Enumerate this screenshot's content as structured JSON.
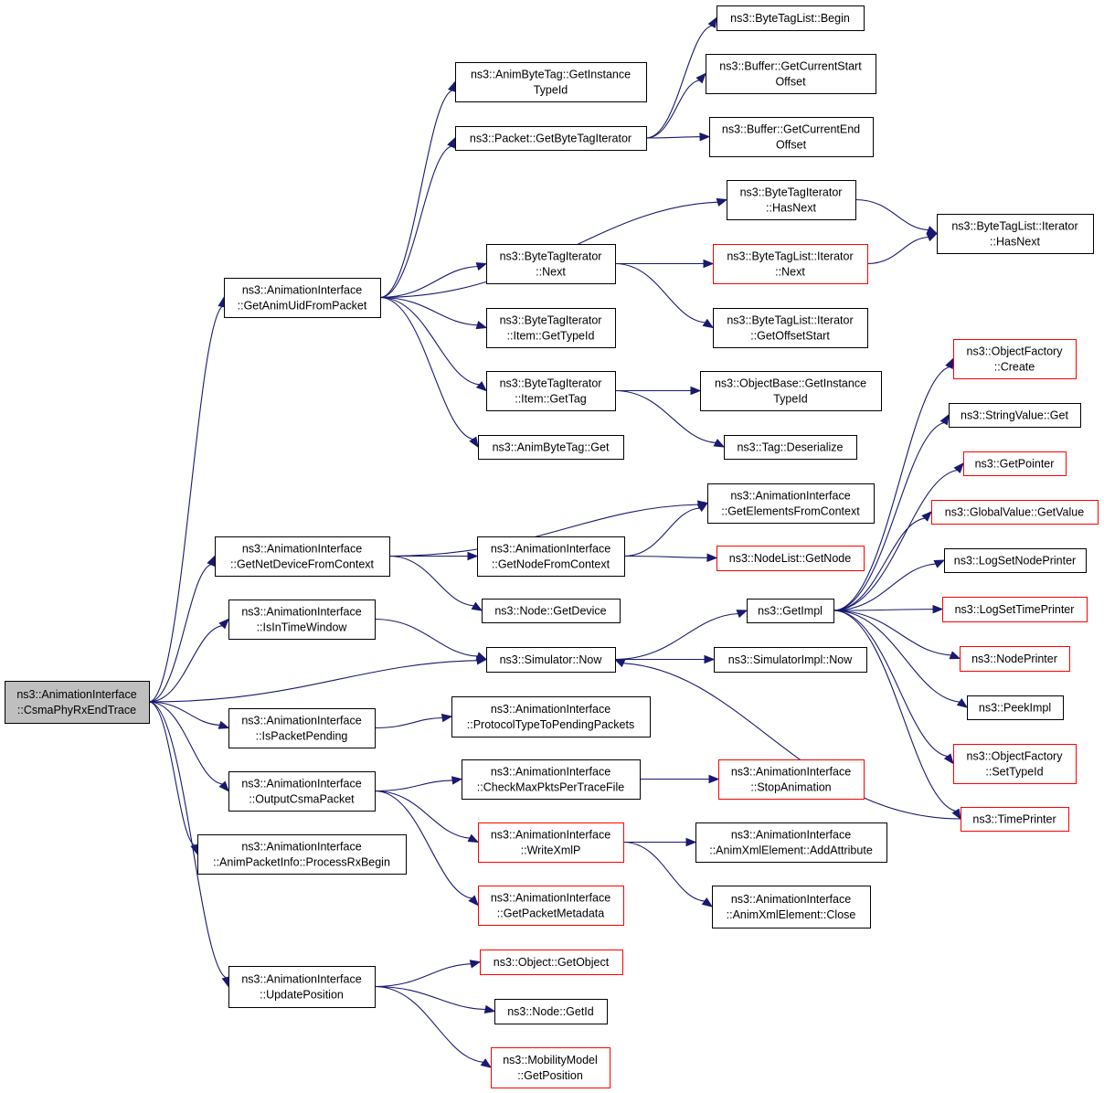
{
  "colors": {
    "edge": "#191970",
    "border_normal": "#000000",
    "border_truncated": "#ff0000",
    "root_fill": "#bfbfbf",
    "node_fill": "#ffffff"
  },
  "nodes": [
    {
      "id": "root",
      "lines": [
        "ns3::AnimationInterface",
        "::CsmaPhyRxEndTrace"
      ],
      "style": "root"
    },
    {
      "id": "getAnimUid",
      "lines": [
        "ns3::AnimationInterface",
        "::GetAnimUidFromPacket"
      ],
      "style": "normal"
    },
    {
      "id": "animByteTagGetInstanceTypeId",
      "lines": [
        "ns3::AnimByteTag::GetInstance",
        "TypeId"
      ],
      "style": "normal"
    },
    {
      "id": "packetGetByteTagIterator",
      "lines": [
        "ns3::Packet::GetByteTagIterator"
      ],
      "style": "normal"
    },
    {
      "id": "byteTagListBegin",
      "lines": [
        "ns3::ByteTagList::Begin"
      ],
      "style": "normal"
    },
    {
      "id": "bufferGetCurrentStartOffset",
      "lines": [
        "ns3::Buffer::GetCurrentStart",
        "Offset"
      ],
      "style": "normal"
    },
    {
      "id": "bufferGetCurrentEndOffset",
      "lines": [
        "ns3::Buffer::GetCurrentEnd",
        "Offset"
      ],
      "style": "normal"
    },
    {
      "id": "byteTagIteratorHasNext",
      "lines": [
        "ns3::ByteTagIterator",
        "::HasNext"
      ],
      "style": "normal"
    },
    {
      "id": "byteTagListIteratorHasNext",
      "lines": [
        "ns3::ByteTagList::Iterator",
        "::HasNext"
      ],
      "style": "normal"
    },
    {
      "id": "byteTagIteratorNext",
      "lines": [
        "ns3::ByteTagIterator",
        "::Next"
      ],
      "style": "normal"
    },
    {
      "id": "byteTagListIteratorNext",
      "lines": [
        "ns3::ByteTagList::Iterator",
        "::Next"
      ],
      "style": "truncated"
    },
    {
      "id": "byteTagListIteratorGetOffsetStart",
      "lines": [
        "ns3::ByteTagList::Iterator",
        "::GetOffsetStart"
      ],
      "style": "normal"
    },
    {
      "id": "itemGetTypeId",
      "lines": [
        "ns3::ByteTagIterator",
        "::Item::GetTypeId"
      ],
      "style": "normal"
    },
    {
      "id": "itemGetTag",
      "lines": [
        "ns3::ByteTagIterator",
        "::Item::GetTag"
      ],
      "style": "normal"
    },
    {
      "id": "objectBaseGetInstanceTypeId",
      "lines": [
        "ns3::ObjectBase::GetInstance",
        "TypeId"
      ],
      "style": "normal"
    },
    {
      "id": "tagDeserialize",
      "lines": [
        "ns3::Tag::Deserialize"
      ],
      "style": "normal"
    },
    {
      "id": "animByteTagGet",
      "lines": [
        "ns3::AnimByteTag::Get"
      ],
      "style": "normal"
    },
    {
      "id": "objectFactoryCreate",
      "lines": [
        "ns3::ObjectFactory",
        "::Create"
      ],
      "style": "truncated"
    },
    {
      "id": "stringValueGet",
      "lines": [
        "ns3::StringValue::Get"
      ],
      "style": "normal"
    },
    {
      "id": "getPointer",
      "lines": [
        "ns3::GetPointer"
      ],
      "style": "truncated"
    },
    {
      "id": "globalValueGetValue",
      "lines": [
        "ns3::GlobalValue::GetValue"
      ],
      "style": "truncated"
    },
    {
      "id": "getElementsFromContext",
      "lines": [
        "ns3::AnimationInterface",
        "::GetElementsFromContext"
      ],
      "style": "normal"
    },
    {
      "id": "getNetDeviceFromContext",
      "lines": [
        "ns3::AnimationInterface",
        "::GetNetDeviceFromContext"
      ],
      "style": "normal"
    },
    {
      "id": "getNodeFromContext",
      "lines": [
        "ns3::AnimationInterface",
        "::GetNodeFromContext"
      ],
      "style": "normal"
    },
    {
      "id": "nodeListGetNode",
      "lines": [
        "ns3::NodeList::GetNode"
      ],
      "style": "truncated"
    },
    {
      "id": "logSetNodePrinter",
      "lines": [
        "ns3::LogSetNodePrinter"
      ],
      "style": "normal"
    },
    {
      "id": "nodeGetDevice",
      "lines": [
        "ns3::Node::GetDevice"
      ],
      "style": "normal"
    },
    {
      "id": "getImpl",
      "lines": [
        "ns3::GetImpl"
      ],
      "style": "normal"
    },
    {
      "id": "logSetTimePrinter",
      "lines": [
        "ns3::LogSetTimePrinter"
      ],
      "style": "truncated"
    },
    {
      "id": "isInTimeWindow",
      "lines": [
        "ns3::AnimationInterface",
        "::IsInTimeWindow"
      ],
      "style": "normal"
    },
    {
      "id": "simulatorNow",
      "lines": [
        "ns3::Simulator::Now"
      ],
      "style": "normal"
    },
    {
      "id": "simulatorImplNow",
      "lines": [
        "ns3::SimulatorImpl::Now"
      ],
      "style": "normal"
    },
    {
      "id": "nodePrinter",
      "lines": [
        "ns3::NodePrinter"
      ],
      "style": "truncated"
    },
    {
      "id": "peekImpl",
      "lines": [
        "ns3::PeekImpl"
      ],
      "style": "normal"
    },
    {
      "id": "isPacketPending",
      "lines": [
        "ns3::AnimationInterface",
        "::IsPacketPending"
      ],
      "style": "normal"
    },
    {
      "id": "protocolTypeToPendingPackets",
      "lines": [
        "ns3::AnimationInterface",
        "::ProtocolTypeToPendingPackets"
      ],
      "style": "normal"
    },
    {
      "id": "objectFactorySetTypeId",
      "lines": [
        "ns3::ObjectFactory",
        "::SetTypeId"
      ],
      "style": "truncated"
    },
    {
      "id": "outputCsmaPacket",
      "lines": [
        "ns3::AnimationInterface",
        "::OutputCsmaPacket"
      ],
      "style": "normal"
    },
    {
      "id": "checkMaxPktsPerTraceFile",
      "lines": [
        "ns3::AnimationInterface",
        "::CheckMaxPktsPerTraceFile"
      ],
      "style": "normal"
    },
    {
      "id": "stopAnimation",
      "lines": [
        "ns3::AnimationInterface",
        "::StopAnimation"
      ],
      "style": "truncated"
    },
    {
      "id": "timePrinter",
      "lines": [
        "ns3::TimePrinter"
      ],
      "style": "truncated"
    },
    {
      "id": "processRxBegin",
      "lines": [
        "ns3::AnimationInterface",
        "::AnimPacketInfo::ProcessRxBegin"
      ],
      "style": "normal"
    },
    {
      "id": "writeXmlP",
      "lines": [
        "ns3::AnimationInterface",
        "::WriteXmlP"
      ],
      "style": "truncated"
    },
    {
      "id": "addAttribute",
      "lines": [
        "ns3::AnimationInterface",
        "::AnimXmlElement::AddAttribute"
      ],
      "style": "normal"
    },
    {
      "id": "getPacketMetadata",
      "lines": [
        "ns3::AnimationInterface",
        "::GetPacketMetadata"
      ],
      "style": "truncated"
    },
    {
      "id": "animXmlElementClose",
      "lines": [
        "ns3::AnimationInterface",
        "::AnimXmlElement::Close"
      ],
      "style": "normal"
    },
    {
      "id": "updatePosition",
      "lines": [
        "ns3::AnimationInterface",
        "::UpdatePosition"
      ],
      "style": "normal"
    },
    {
      "id": "objectGetObject",
      "lines": [
        "ns3::Object::GetObject"
      ],
      "style": "truncated"
    },
    {
      "id": "nodeGetId",
      "lines": [
        "ns3::Node::GetId"
      ],
      "style": "normal"
    },
    {
      "id": "mobilityModelGetPosition",
      "lines": [
        "ns3::MobilityModel",
        "::GetPosition"
      ],
      "style": "truncated"
    }
  ],
  "edges": [
    [
      "root",
      "getAnimUid"
    ],
    [
      "root",
      "getNetDeviceFromContext"
    ],
    [
      "root",
      "isInTimeWindow"
    ],
    [
      "root",
      "simulatorNow"
    ],
    [
      "root",
      "isPacketPending"
    ],
    [
      "root",
      "outputCsmaPacket"
    ],
    [
      "root",
      "processRxBegin"
    ],
    [
      "root",
      "updatePosition"
    ],
    [
      "getAnimUid",
      "animByteTagGetInstanceTypeId"
    ],
    [
      "getAnimUid",
      "packetGetByteTagIterator"
    ],
    [
      "getAnimUid",
      "byteTagIteratorHasNext"
    ],
    [
      "getAnimUid",
      "byteTagIteratorNext"
    ],
    [
      "getAnimUid",
      "itemGetTypeId"
    ],
    [
      "getAnimUid",
      "itemGetTag"
    ],
    [
      "getAnimUid",
      "animByteTagGet"
    ],
    [
      "packetGetByteTagIterator",
      "byteTagListBegin"
    ],
    [
      "packetGetByteTagIterator",
      "bufferGetCurrentStartOffset"
    ],
    [
      "packetGetByteTagIterator",
      "bufferGetCurrentEndOffset"
    ],
    [
      "byteTagIteratorHasNext",
      "byteTagListIteratorHasNext"
    ],
    [
      "byteTagIteratorNext",
      "byteTagListIteratorNext"
    ],
    [
      "byteTagIteratorNext",
      "byteTagListIteratorGetOffsetStart"
    ],
    [
      "byteTagListIteratorNext",
      "byteTagListIteratorHasNext"
    ],
    [
      "itemGetTag",
      "objectBaseGetInstanceTypeId"
    ],
    [
      "itemGetTag",
      "tagDeserialize"
    ],
    [
      "getNetDeviceFromContext",
      "getElementsFromContext"
    ],
    [
      "getNetDeviceFromContext",
      "getNodeFromContext"
    ],
    [
      "getNetDeviceFromContext",
      "nodeGetDevice"
    ],
    [
      "getNodeFromContext",
      "getElementsFromContext"
    ],
    [
      "getNodeFromContext",
      "nodeListGetNode"
    ],
    [
      "isInTimeWindow",
      "simulatorNow"
    ],
    [
      "simulatorNow",
      "getImpl"
    ],
    [
      "simulatorNow",
      "simulatorImplNow"
    ],
    [
      "getImpl",
      "objectFactoryCreate"
    ],
    [
      "getImpl",
      "stringValueGet"
    ],
    [
      "getImpl",
      "getPointer"
    ],
    [
      "getImpl",
      "globalValueGetValue"
    ],
    [
      "getImpl",
      "logSetNodePrinter"
    ],
    [
      "getImpl",
      "logSetTimePrinter"
    ],
    [
      "getImpl",
      "nodePrinter"
    ],
    [
      "getImpl",
      "peekImpl"
    ],
    [
      "getImpl",
      "objectFactorySetTypeId"
    ],
    [
      "getImpl",
      "timePrinter"
    ],
    [
      "timePrinter",
      "simulatorNow"
    ],
    [
      "isPacketPending",
      "protocolTypeToPendingPackets"
    ],
    [
      "outputCsmaPacket",
      "checkMaxPktsPerTraceFile"
    ],
    [
      "outputCsmaPacket",
      "writeXmlP"
    ],
    [
      "outputCsmaPacket",
      "getPacketMetadata"
    ],
    [
      "checkMaxPktsPerTraceFile",
      "stopAnimation"
    ],
    [
      "writeXmlP",
      "addAttribute"
    ],
    [
      "writeXmlP",
      "animXmlElementClose"
    ],
    [
      "updatePosition",
      "objectGetObject"
    ],
    [
      "updatePosition",
      "nodeGetId"
    ],
    [
      "updatePosition",
      "mobilityModelGetPosition"
    ]
  ]
}
